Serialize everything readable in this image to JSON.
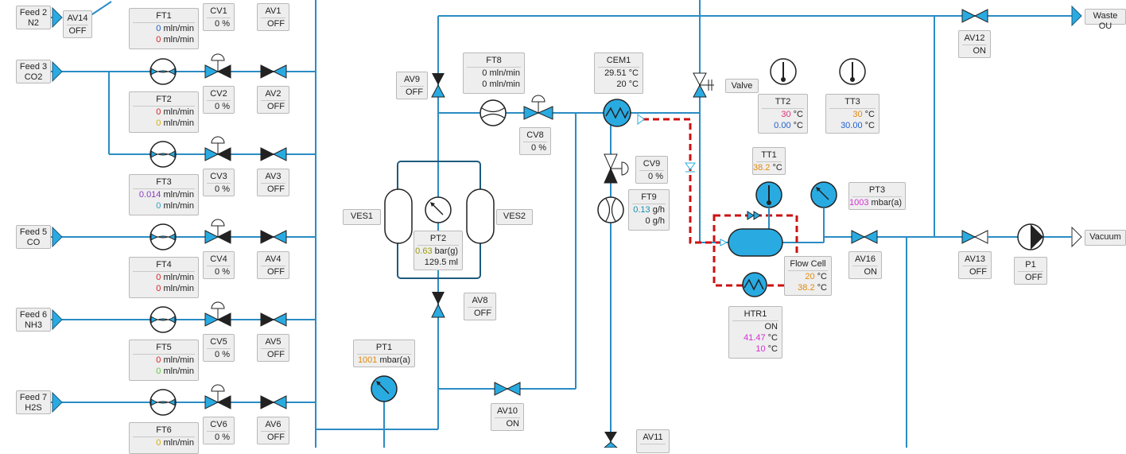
{
  "colors": {
    "pipe": "#2b8cc4",
    "valve": "#29abe2",
    "dashed": "#cc1111"
  },
  "feeds": [
    {
      "title": "Feed 2",
      "gas": "N2"
    },
    {
      "title": "Feed 3",
      "gas": "CO2"
    },
    {
      "title": "Feed 5",
      "gas": "CO"
    },
    {
      "title": "Feed 6",
      "gas": "NH3"
    },
    {
      "title": "Feed 7",
      "gas": "H2S"
    }
  ],
  "outlets": {
    "waste": "Waste OU",
    "vacuum": "Vacuum"
  },
  "flow_meters": [
    {
      "name": "FT1",
      "v1": "0",
      "v2": "0",
      "unit": "mln/min"
    },
    {
      "name": "FT2",
      "v1": "0",
      "v2": "0",
      "unit": "mln/min"
    },
    {
      "name": "FT3",
      "v1": "0.014",
      "v2": "0",
      "unit": "mln/min"
    },
    {
      "name": "FT4",
      "v1": "0",
      "v2": "0",
      "unit": "mln/min"
    },
    {
      "name": "FT5",
      "v1": "0",
      "v2": "0",
      "unit": "mln/min"
    },
    {
      "name": "FT6",
      "v1": "0",
      "unit": "mln/min"
    }
  ],
  "control_valves": [
    {
      "name": "CV1",
      "value": "0 %"
    },
    {
      "name": "CV2",
      "value": "0 %"
    },
    {
      "name": "CV3",
      "value": "0 %"
    },
    {
      "name": "CV4",
      "value": "0 %"
    },
    {
      "name": "CV5",
      "value": "0 %"
    },
    {
      "name": "CV6",
      "value": "0 %"
    }
  ],
  "actuated_valves": [
    {
      "name": "AV1",
      "state": "OFF"
    },
    {
      "name": "AV2",
      "state": "OFF"
    },
    {
      "name": "AV3",
      "state": "OFF"
    },
    {
      "name": "AV4",
      "state": "OFF"
    },
    {
      "name": "AV5",
      "state": "OFF"
    },
    {
      "name": "AV6",
      "state": "OFF"
    }
  ],
  "av14": {
    "name": "AV14",
    "state": "OFF"
  },
  "av9": {
    "name": "AV9",
    "state": "OFF"
  },
  "av8": {
    "name": "AV8",
    "state": "OFF"
  },
  "av10": {
    "name": "AV10",
    "state": "ON"
  },
  "av11": {
    "name": "AV11"
  },
  "av12": {
    "name": "AV12",
    "state": "ON"
  },
  "av13": {
    "name": "AV13",
    "state": "OFF"
  },
  "av16": {
    "name": "AV16",
    "state": "ON"
  },
  "ft8": {
    "name": "FT8",
    "v1": "0",
    "v2": "0",
    "unit": "mln/min"
  },
  "cv8": {
    "name": "CV8",
    "value": "0 %"
  },
  "cem1": {
    "name": "CEM1",
    "v1": "29.51",
    "v2": "20",
    "unit": "°C"
  },
  "cv9": {
    "name": "CV9",
    "value": "0 %"
  },
  "ft9": {
    "name": "FT9",
    "v1": "0.13",
    "v2": "0",
    "unit": "g/h"
  },
  "valve_label": "Valve",
  "tt2": {
    "name": "TT2",
    "v1": "30",
    "v2": "0.00",
    "unit": "°C"
  },
  "tt3": {
    "name": "TT3",
    "v1": "30",
    "v2": "30.00",
    "unit": "°C"
  },
  "tt1": {
    "name": "TT1",
    "v1": "38.2",
    "unit": "°C"
  },
  "pt3": {
    "name": "PT3",
    "v1": "1003",
    "unit": "mbar(a)"
  },
  "pt2": {
    "name": "PT2",
    "v1": "0.63",
    "u1": "bar(g)",
    "v2": "129.5",
    "u2": "ml"
  },
  "pt1": {
    "name": "PT1",
    "v1": "1001",
    "unit": "mbar(a)"
  },
  "ves1": "VES1",
  "ves2": "VES2",
  "flow_cell": {
    "name": "Flow Cell",
    "v1": "20",
    "v2": "38.2",
    "unit": "°C"
  },
  "htr1": {
    "name": "HTR1",
    "state": "ON",
    "v1": "41.47",
    "v2": "10",
    "unit": "°C"
  },
  "p1": {
    "name": "P1",
    "state": "OFF"
  }
}
